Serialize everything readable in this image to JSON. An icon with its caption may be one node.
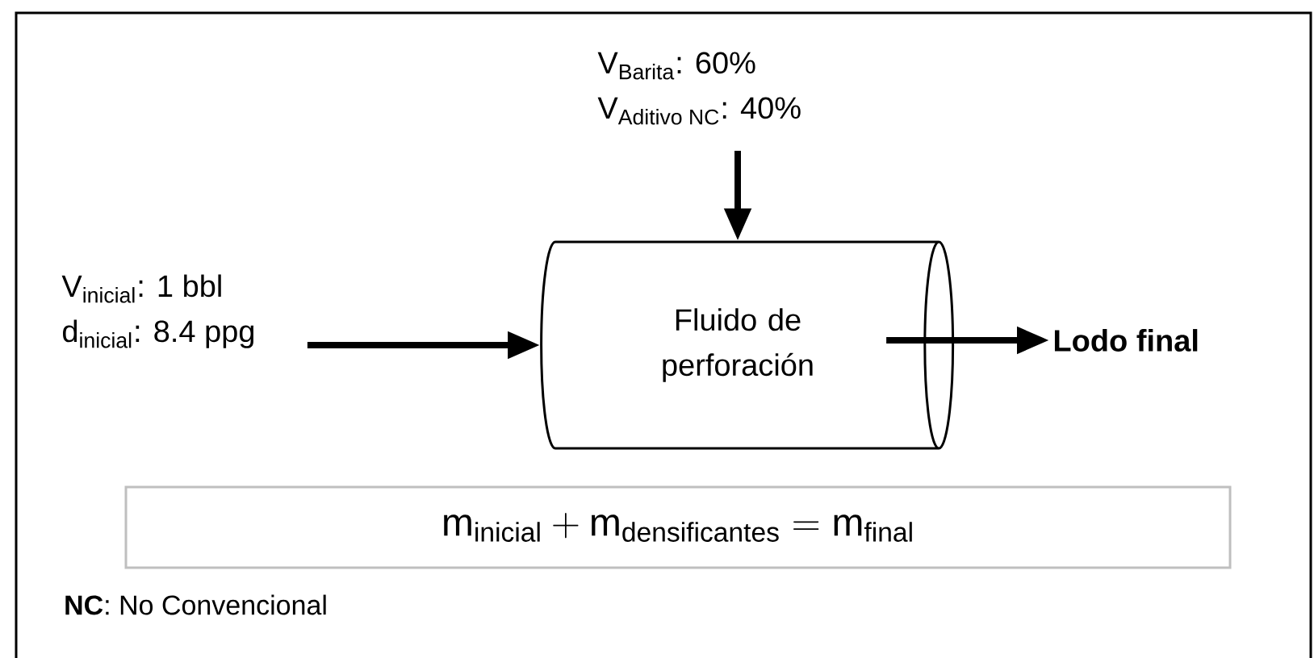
{
  "diagram": {
    "nodes": [
      {
        "text": [
          "V$_{Barita}$: 60%",
          "\\text{V}_{\\text{Aditivo NC}}\\text{: 40\\%}"
        ]
      },
      {
        "text": [
          "V$_{inicial}$: 1 bbl",
          "d$_{inicial}$: 8.4 ppg"
        ]
      },
      {
        "text": [
          "Fluido de perforación"
        ]
      },
      {
        "text": [
          "Lodo final"
        ]
      },
      {
        "text": [
          "\\text{m}_{\\text{inicial}} + \\text{m}_{\\text{densificantes}} = \\text{m}_{\\text{final}}"
        ]
      }
    ],
    "edges": [
      {
        "from": 0,
        "to": 2,
        "arrow": "to"
      },
      {
        "from": 1,
        "to": 2,
        "arrow": "to"
      },
      {
        "from": 2,
        "to": 3,
        "arrow": "to"
      }
    ],
    "labels": [
      "**NC**: No Convencional"
    ]
  }
}
